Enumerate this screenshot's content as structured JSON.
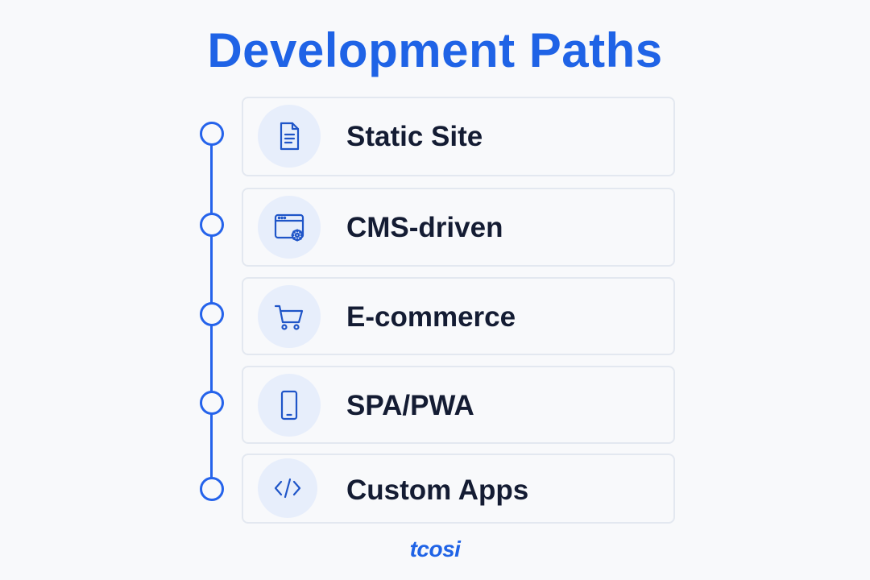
{
  "title": "Development Paths",
  "paths": [
    {
      "label": "Static Site",
      "icon": "document-icon"
    },
    {
      "label": "CMS-driven",
      "icon": "browser-settings-icon"
    },
    {
      "label": "E-commerce",
      "icon": "shopping-cart-icon"
    },
    {
      "label": "SPA/PWA",
      "icon": "smartphone-icon"
    },
    {
      "label": "Custom Apps",
      "icon": "code-icon"
    }
  ],
  "logo": "tcosi",
  "colors": {
    "accent": "#1f63e6",
    "timeline": "#2563eb",
    "icon_bg": "#e7eefb",
    "text": "#141c33",
    "card_border": "#e3e8f0"
  }
}
